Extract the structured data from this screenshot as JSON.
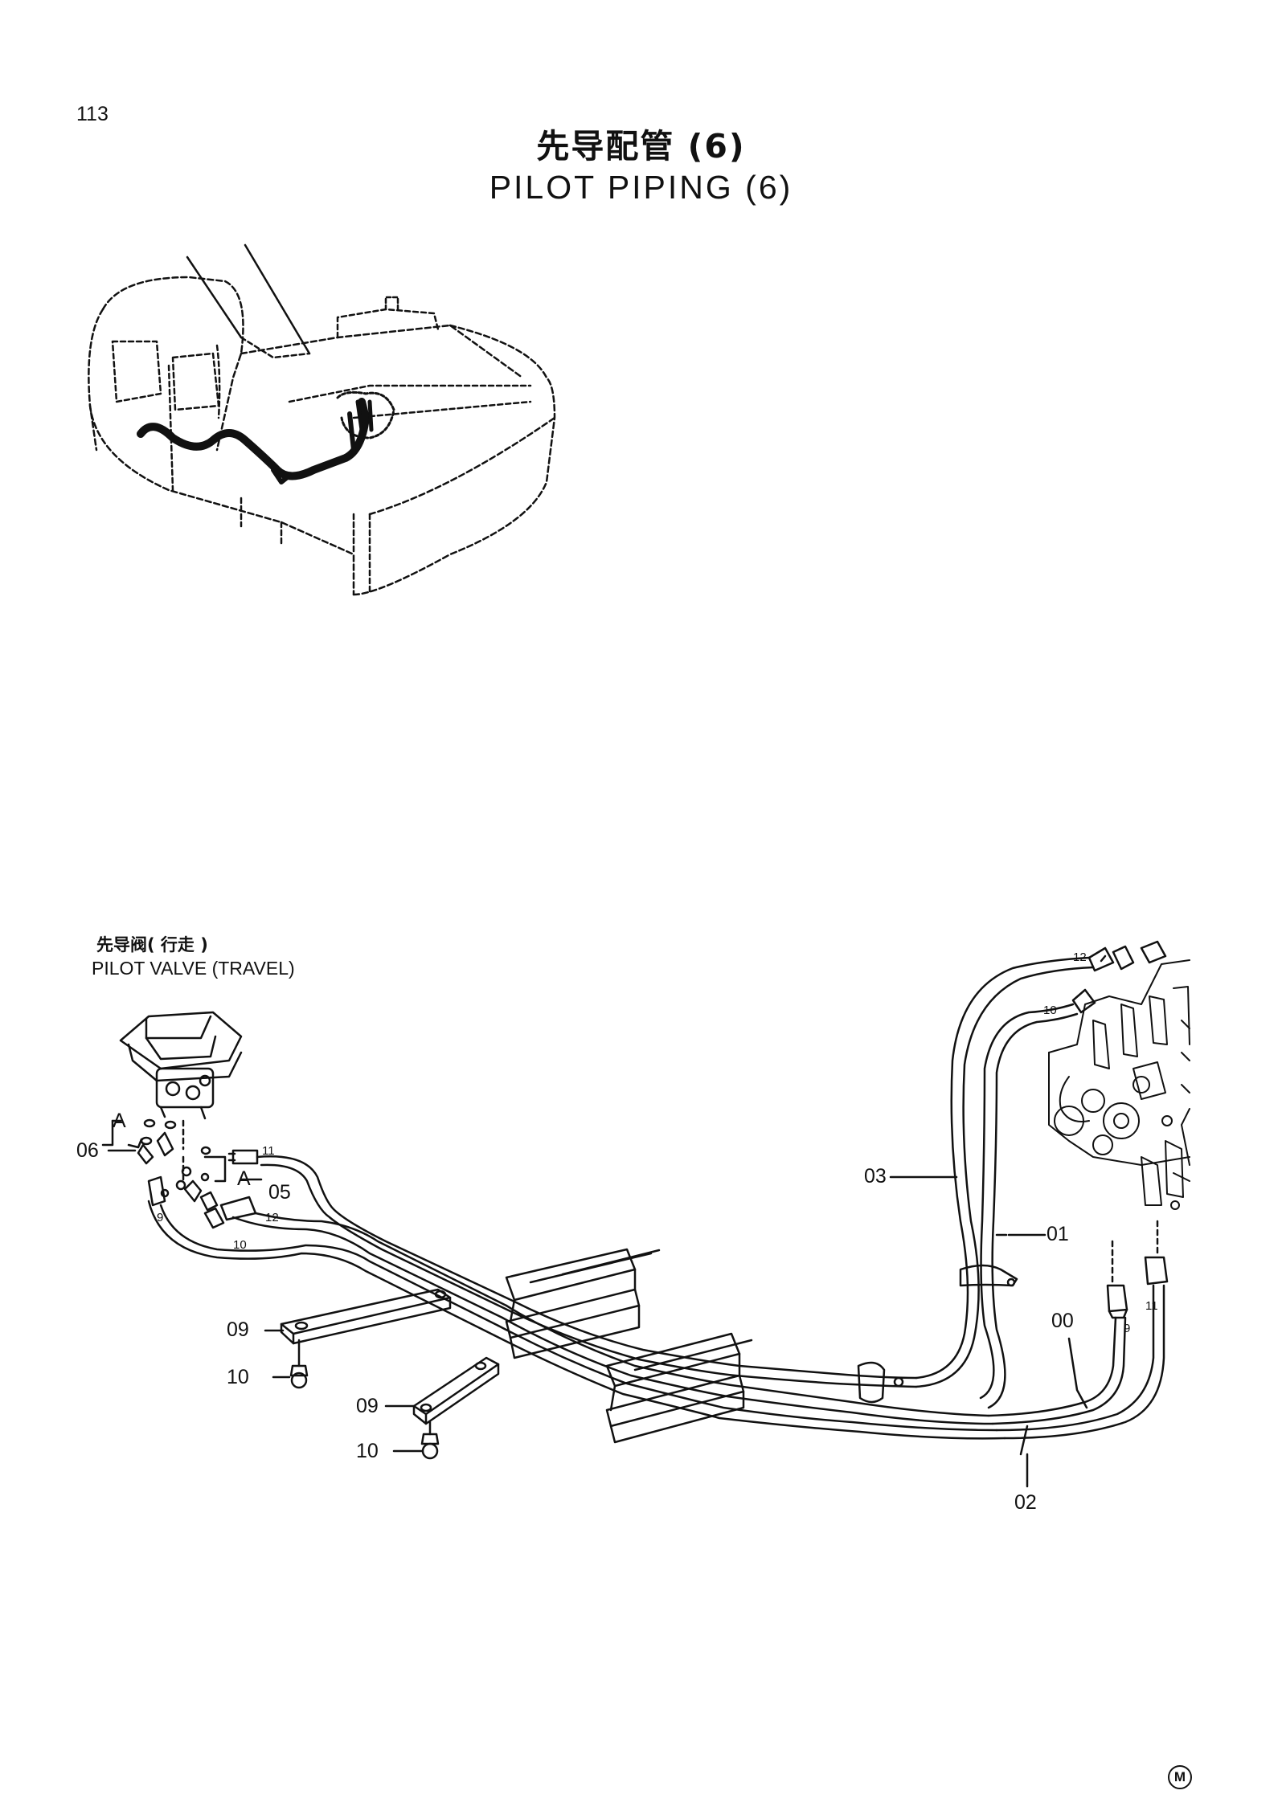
{
  "page_number": "113",
  "title": {
    "chinese": "先导配管 (6)",
    "english": "PILOT PIPING (6)"
  },
  "pilot_valve_label": {
    "chinese": "先导阀( 行走 )",
    "english": "PILOT VALVE  (TRAVEL)"
  },
  "callouts": {
    "A_upper": "A",
    "A_lower": "A",
    "p06": "06",
    "p05": "05",
    "p09_upper": "09",
    "p10_upper": "10",
    "p09_lower": "09",
    "p10_lower": "10",
    "p03": "03",
    "p01": "01",
    "p00": "00",
    "p02": "02",
    "port_9_left": "9",
    "port_10_left": "10",
    "port_11_left": "11",
    "port_12_left": "12",
    "port_12_right": "12",
    "port_10_right": "10",
    "port_9_right": "9",
    "port_11_right": "11"
  },
  "revision_mark": "M"
}
